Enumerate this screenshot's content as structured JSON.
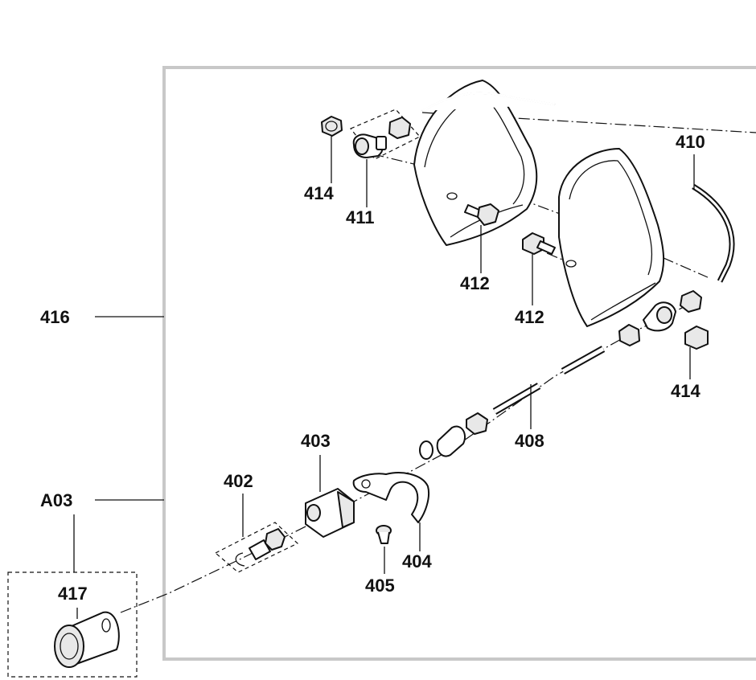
{
  "callouts": {
    "c410": "410",
    "c411": "411",
    "c414a": "414",
    "c414b": "414",
    "c412a": "412",
    "c412b": "412",
    "c416": "416",
    "c408": "408",
    "c403": "403",
    "c402": "402",
    "cA03": "A03",
    "c404": "404",
    "c405": "405",
    "c417": "417"
  }
}
